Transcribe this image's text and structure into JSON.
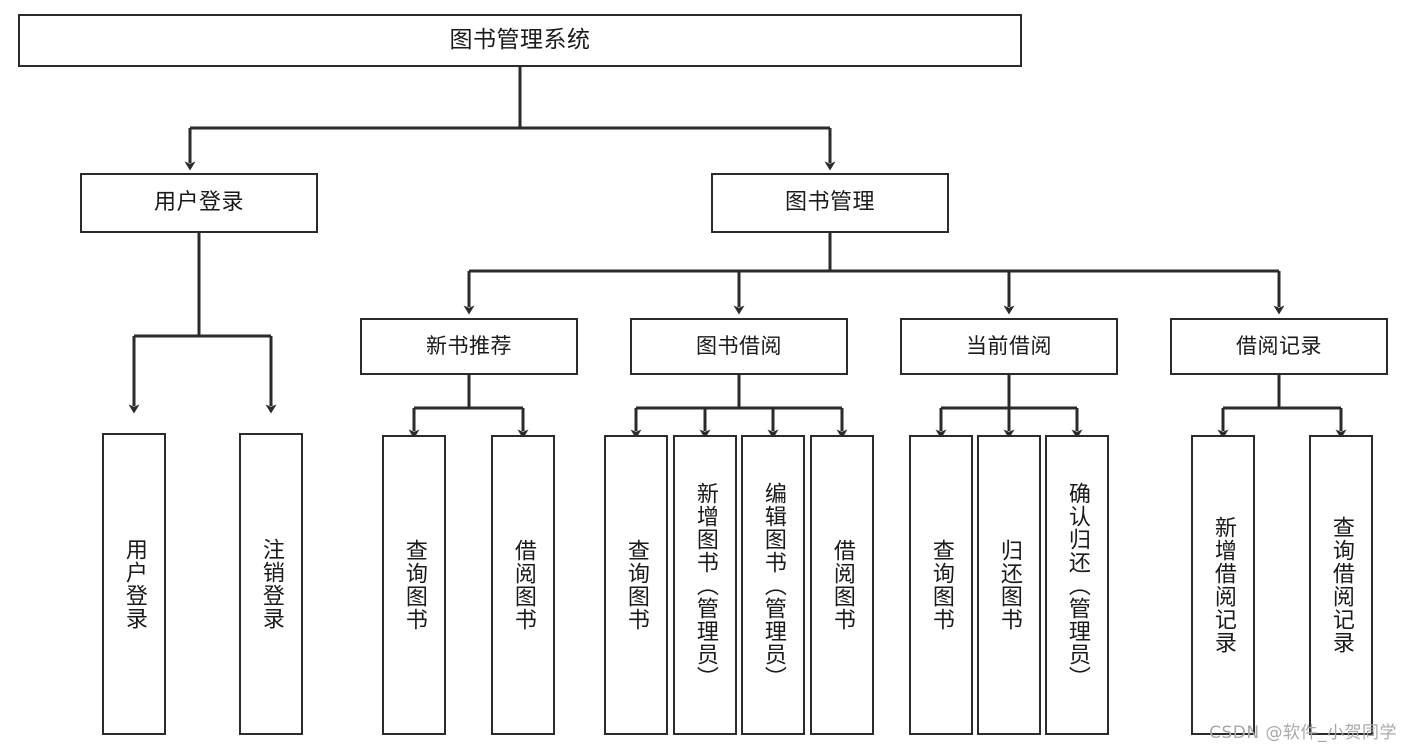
{
  "diagram": {
    "title": "图书管理系统",
    "type": "tree-hierarchy",
    "root": {
      "label": "图书管理系统"
    },
    "level2": [
      {
        "label": "用户登录"
      },
      {
        "label": "图书管理"
      }
    ],
    "level3": [
      {
        "label": "新书推荐"
      },
      {
        "label": "图书借阅"
      },
      {
        "label": "当前借阅"
      },
      {
        "label": "借阅记录"
      }
    ],
    "leaves": [
      {
        "label": "用户登录",
        "parent": "用户登录"
      },
      {
        "label": "注销登录",
        "parent": "用户登录"
      },
      {
        "label": "查询图书",
        "parent": "新书推荐"
      },
      {
        "label": "借阅图书",
        "parent": "新书推荐"
      },
      {
        "label": "查询图书",
        "parent": "图书借阅"
      },
      {
        "label": "新增图书（管理员）",
        "parent": "图书借阅"
      },
      {
        "label": "编辑图书（管理员）",
        "parent": "图书借阅"
      },
      {
        "label": "借阅图书",
        "parent": "图书借阅"
      },
      {
        "label": "查询图书",
        "parent": "当前借阅"
      },
      {
        "label": "归还图书",
        "parent": "当前借阅"
      },
      {
        "label": "确认归还（管理员）",
        "parent": "当前借阅"
      },
      {
        "label": "新增借阅记录",
        "parent": "借阅记录"
      },
      {
        "label": "查询借阅记录",
        "parent": "借阅记录"
      }
    ]
  },
  "watermark": {
    "text": "CSDN @软件_小贺同学"
  },
  "colors": {
    "stroke": "#2b2b2b",
    "background": "#ffffff",
    "text": "#1a1a1a",
    "watermark": "#a9a9a9"
  }
}
